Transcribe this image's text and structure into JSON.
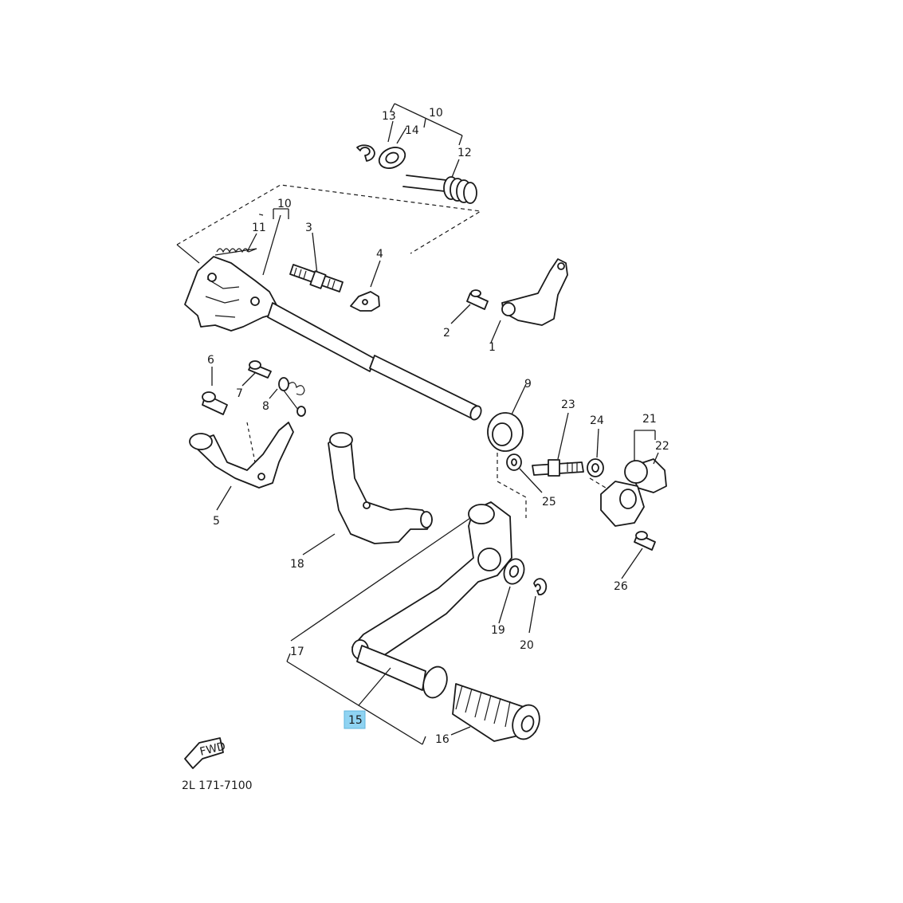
{
  "callouts": {
    "c1": "1",
    "c2": "2",
    "c3": "3",
    "c4": "4",
    "c5": "5",
    "c6": "6",
    "c7": "7",
    "c8": "8",
    "c9": "9",
    "c10a": "10",
    "c10b": "10",
    "c11": "11",
    "c12": "12",
    "c13": "13",
    "c14": "14",
    "c15": "15",
    "c16": "16",
    "c17": "17",
    "c18": "18",
    "c19": "19",
    "c20": "20",
    "c21": "21",
    "c22": "22",
    "c23": "23",
    "c24": "24",
    "c25": "25",
    "c26": "26"
  },
  "highlight_color": "#8fd3f2",
  "fwd_label": "FWD",
  "drawing_code": "2L 171-7100"
}
